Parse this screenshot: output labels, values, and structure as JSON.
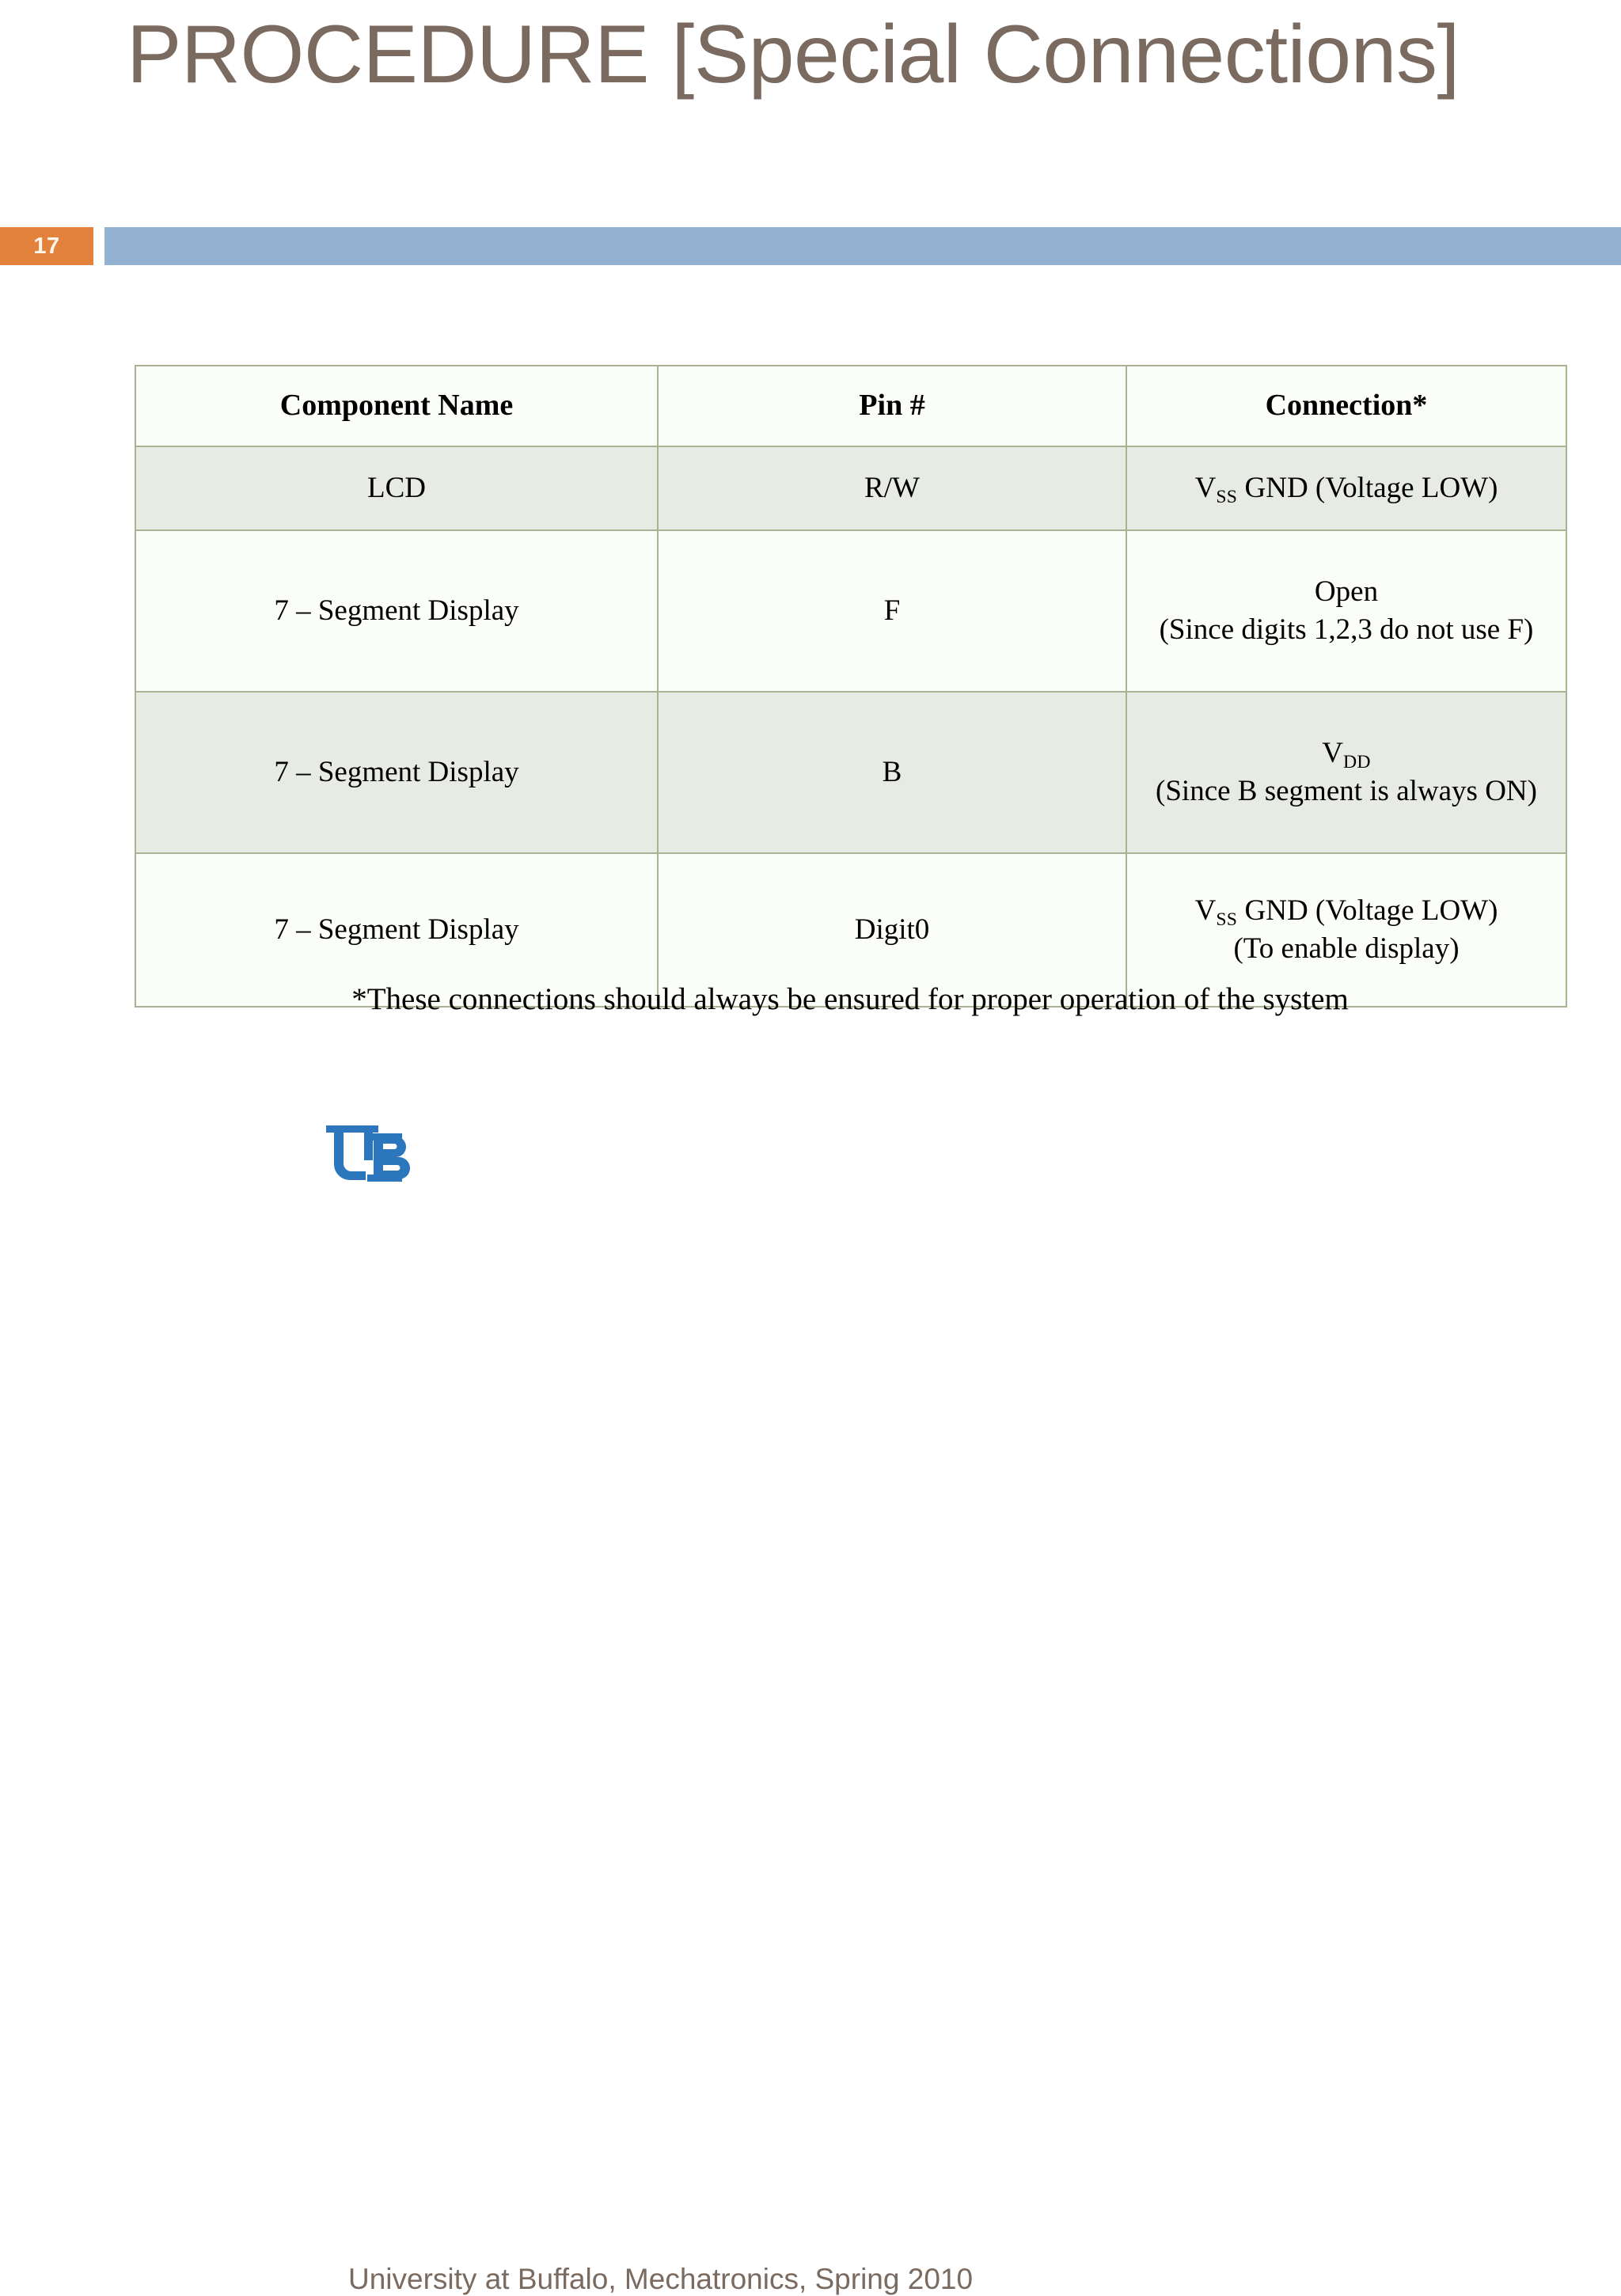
{
  "slide": {
    "title": "PROCEDURE [Special Connections]",
    "page_number": "17",
    "accent_orange": "#e3823c",
    "accent_blue": "#93b2d1",
    "title_color": "#7a6a5f",
    "table_border_color": "#a9b392",
    "row_shade_color": "#e7ebe3"
  },
  "table": {
    "headers": [
      "Component Name",
      "Pin #",
      "Connection*"
    ],
    "rows": [
      {
        "component": "LCD",
        "pin": "R/W",
        "connection_main": "V",
        "connection_sub": "SS",
        "connection_rest": " GND (Voltage LOW)",
        "connection_line2": ""
      },
      {
        "component": "7 – Segment Display",
        "pin": "F",
        "connection_main": "Open",
        "connection_sub": "",
        "connection_rest": "",
        "connection_line2": "(Since digits 1,2,3 do not use F)"
      },
      {
        "component": "7 – Segment Display",
        "pin": "B",
        "connection_main": "V",
        "connection_sub": "DD",
        "connection_rest": "",
        "connection_line2": "(Since B segment is always ON)"
      },
      {
        "component": "7 – Segment Display",
        "pin": "Digit0",
        "connection_main": "V",
        "connection_sub": "SS",
        "connection_rest": " GND (Voltage LOW)",
        "connection_line2": "(To enable display)"
      }
    ]
  },
  "footnote": "*These connections should always be ensured for proper operation of the system",
  "footer": {
    "logo_label": "UB",
    "text": "University at Buffalo, Mechatronics, Spring 2010"
  }
}
